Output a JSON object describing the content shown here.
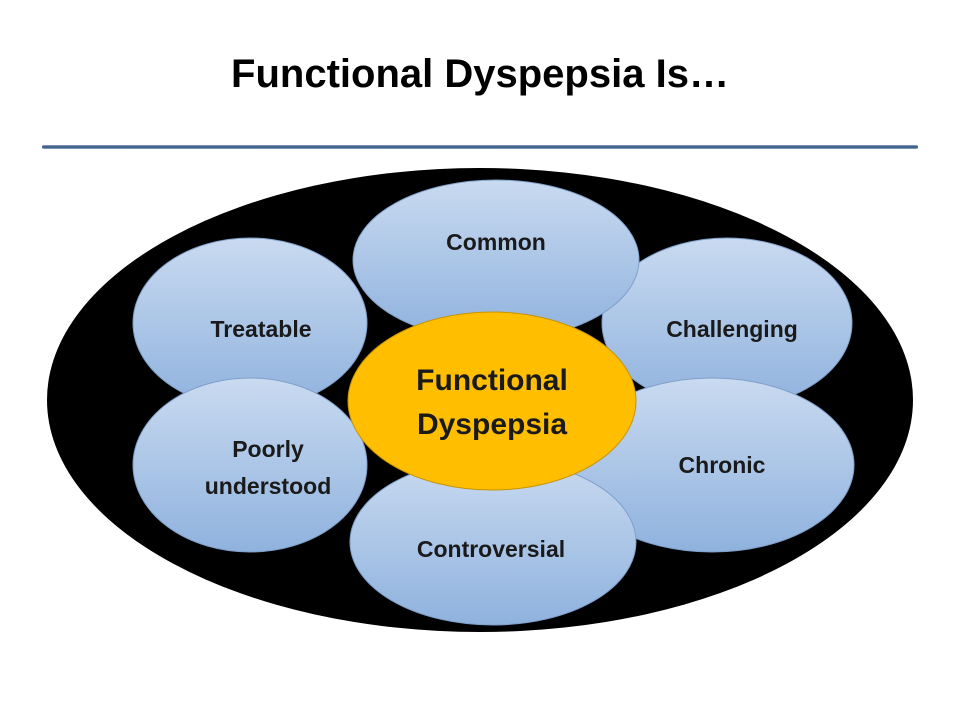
{
  "title": "Functional Dyspepsia Is…",
  "center": {
    "line1": "Functional",
    "line2": "Dyspepsia"
  },
  "petals": {
    "common": "Common",
    "treatable": "Treatable",
    "challenging": "Challenging",
    "poorly_line1": "Poorly",
    "poorly_line2": "understood",
    "chronic": "Chronic",
    "controversial": "Controversial"
  },
  "colors": {
    "petal_top": "#c5d7ee",
    "petal_bottom": "#94b6e0",
    "petal_stroke": "#7f9fc9",
    "center_fill": "#ffbf00",
    "center_stroke": "#c79300",
    "background_oval": "#000000"
  }
}
